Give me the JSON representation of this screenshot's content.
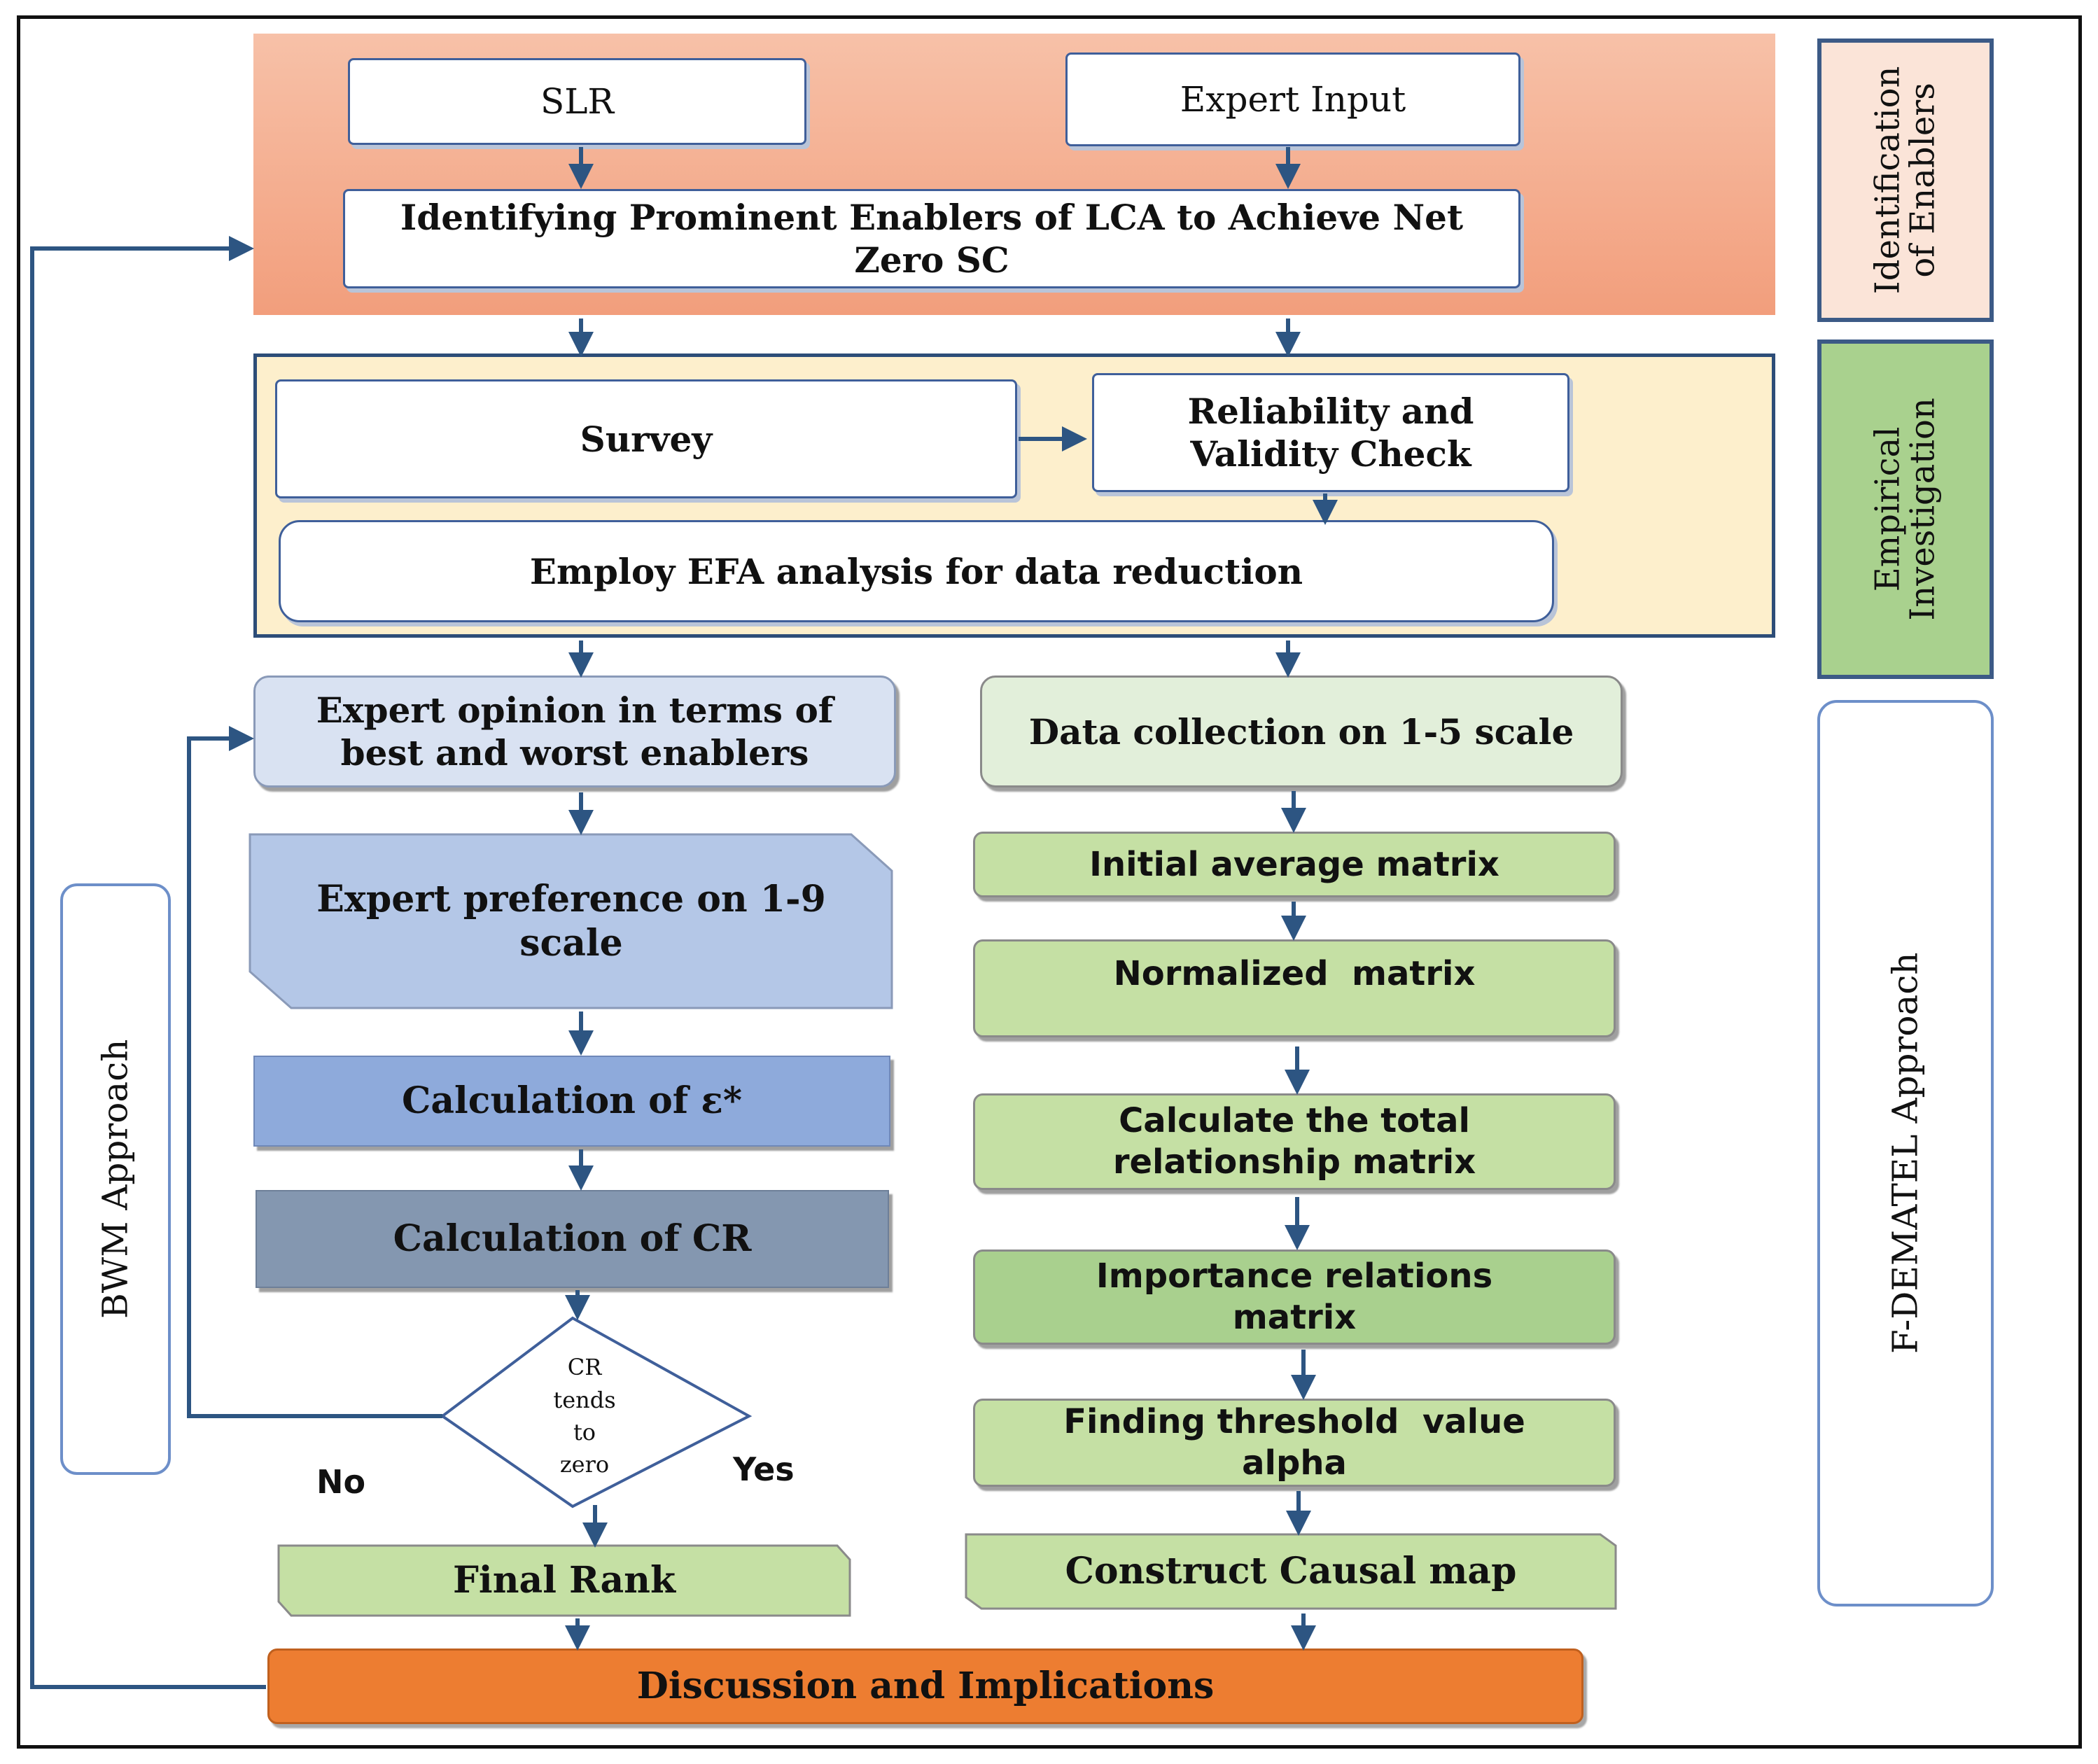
{
  "bands": {
    "identification": "Identification of Enablers",
    "empirical": "Empirical Investigation",
    "fdematel": "F-DEMATEL Approach",
    "bwm": "BWM Approach"
  },
  "identification": {
    "slr": "SLR",
    "expert_input": "Expert Input",
    "identify": "Identifying Prominent Enablers of LCA to Achieve Net Zero SC"
  },
  "empirical": {
    "survey": "Survey",
    "reliability": "Reliability and Validity Check",
    "efa": "Employ EFA analysis for data reduction"
  },
  "bwm": {
    "expert_opinion": "Expert opinion in terms of best and worst enablers",
    "expert_preference": "Expert preference on 1-9 scale",
    "calc_epsilon": "Calculation of ε*",
    "calc_cr": "Calculation of CR",
    "decision": "CR tends to zero",
    "no_label": "No",
    "yes_label": "Yes",
    "final_rank": "Final Rank"
  },
  "dematel": {
    "data_collection": "Data collection on 1-5 scale",
    "initial_matrix": "Initial average matrix",
    "normalized": "Normalized  matrix",
    "total_relationship": "Calculate the total relationship matrix",
    "importance": "Importance relations matrix",
    "threshold": "Finding threshold  value alpha",
    "causal_map": "Construct Causal map"
  },
  "discussion": "Discussion and Implications",
  "colors": {
    "identification_band": "#f4a888",
    "empirical_band": "#fdefcc",
    "arrow": "#2d5582",
    "discussion": "#ed7d31",
    "green_light": "#c5e0a4",
    "green_dark": "#a9d08e",
    "blue_light": "#d9e2f2",
    "blue_mid": "#b4c7e7",
    "blue_dark": "#8faadc",
    "slate": "#8497b0"
  }
}
